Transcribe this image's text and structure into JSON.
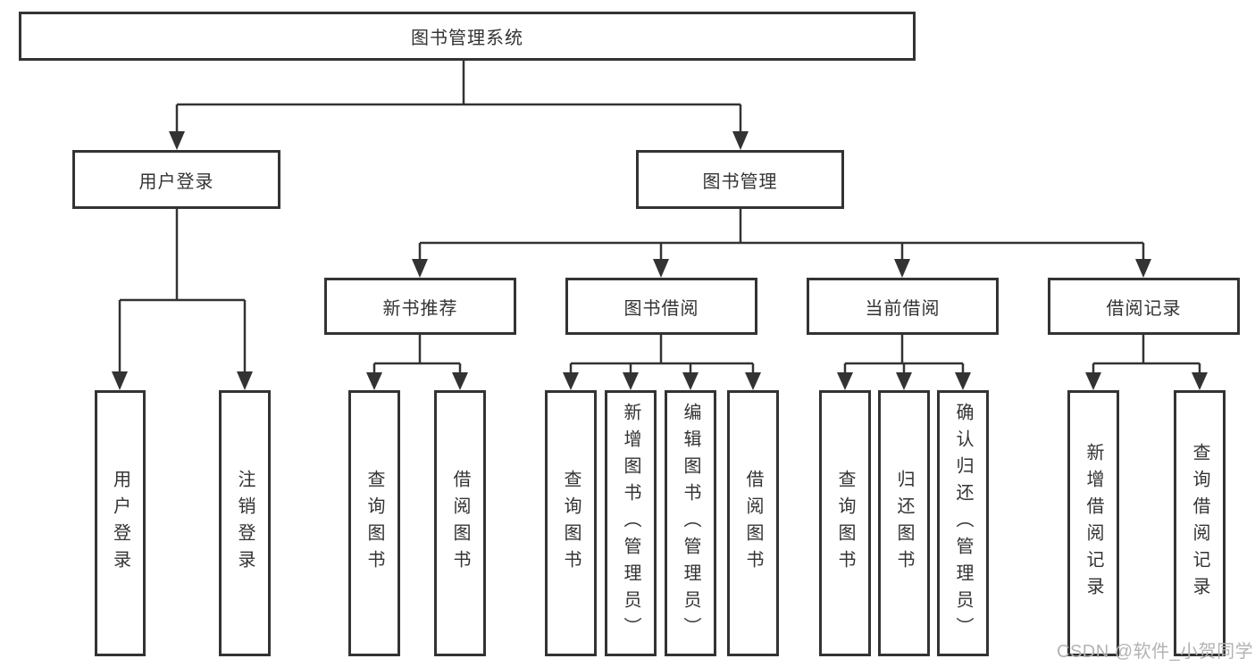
{
  "tree": {
    "label": "图书管理系统",
    "children": [
      {
        "label": "用户登录",
        "children": [
          {
            "label": "用户登录"
          },
          {
            "label": "注销登录"
          }
        ]
      },
      {
        "label": "图书管理",
        "children": [
          {
            "label": "新书推荐",
            "children": [
              {
                "label": "查询图书"
              },
              {
                "label": "借阅图书"
              }
            ]
          },
          {
            "label": "图书借阅",
            "children": [
              {
                "label": "查询图书"
              },
              {
                "label": "新增图书（管理员）"
              },
              {
                "label": "编辑图书（管理员）"
              },
              {
                "label": "借阅图书"
              }
            ]
          },
          {
            "label": "当前借阅",
            "children": [
              {
                "label": "查询图书"
              },
              {
                "label": "归还图书"
              },
              {
                "label": "确认归还（管理员）"
              }
            ]
          },
          {
            "label": "借阅记录",
            "children": [
              {
                "label": "新增借阅记录"
              },
              {
                "label": "查询借阅记录"
              }
            ]
          }
        ]
      }
    ]
  },
  "watermark": "CSDN @软件_小贺同学",
  "colors": {
    "line": "#333333",
    "text": "#333333",
    "watermark_text": "#b3b3b3",
    "background": "#ffffff"
  }
}
